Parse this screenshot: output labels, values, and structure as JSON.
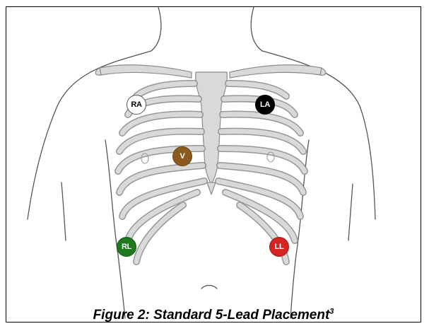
{
  "figure": {
    "caption": "Figure 2: Standard 5-Lead Placement",
    "caption_superscript": "3"
  },
  "electrodes": [
    {
      "id": "ra",
      "label": "RA",
      "fill": "#ffffff",
      "text_color": "#000000",
      "border": "#555555"
    },
    {
      "id": "la",
      "label": "LA",
      "fill": "#000000",
      "text_color": "#ffffff",
      "border": "#000000"
    },
    {
      "id": "v",
      "label": "V",
      "fill": "#8b5a1f",
      "text_color": "#ffffff",
      "border": "#6b4414"
    },
    {
      "id": "rl",
      "label": "RL",
      "fill": "#1f7a1f",
      "text_color": "#ffffff",
      "border": "#145214"
    },
    {
      "id": "ll",
      "label": "LL",
      "fill": "#d42424",
      "text_color": "#ffffff",
      "border": "#a01818"
    }
  ],
  "colors": {
    "bone_fill": "#d9d9d9",
    "bone_stroke": "#8c8c8c",
    "outline": "#555555"
  }
}
